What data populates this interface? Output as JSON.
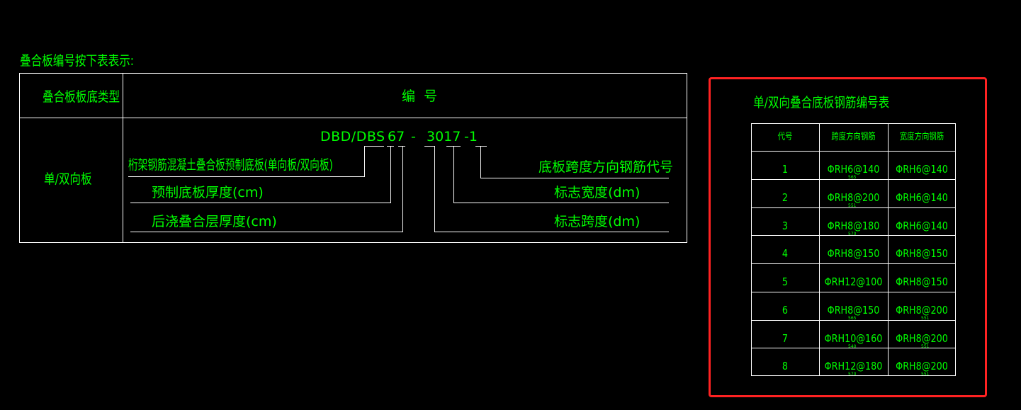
{
  "colors": {
    "background": "#000000",
    "text": "#00ff00",
    "lines": "#ffffff",
    "highlight": "#ff2222"
  },
  "intro": "叠合板编号按下表表示:",
  "main_table": {
    "col1_header": "叠合板板底类型",
    "col2_header": "编  号",
    "row_label": "单/双向板",
    "code": {
      "prefix": "DBD/DBS",
      "thickness": "67",
      "dash1": "-",
      "size": "3017",
      "rebar": "-1"
    },
    "left_labels": [
      "桁架钢筋混凝土叠合板预制底板(单向板/双向板)",
      "预制底板厚度(cm)",
      "后浇叠合层厚度(cm)"
    ],
    "right_labels": [
      "底板跨度方向钢筋代号",
      "标志宽度(dm)",
      "标志跨度(dm)"
    ]
  },
  "rebar_table": {
    "title": "单/双向叠合底板钢筋编号表",
    "headers": [
      "代号",
      "跨度方向钢筋",
      "宽度方向钢筋"
    ],
    "rows": [
      {
        "code": "1",
        "span": "ΦRH6@140",
        "span_sub": "565",
        "width": "ΦRH6@140",
        "width_sub": ""
      },
      {
        "code": "2",
        "span": "ΦRH8@200",
        "span_sub": "551",
        "width": "ΦRH6@140",
        "width_sub": ""
      },
      {
        "code": "3",
        "span": "ΦRH8@180",
        "span_sub": "570",
        "width": "ΦRH6@140",
        "width_sub": ""
      },
      {
        "code": "4",
        "span": "ΦRH8@150",
        "span_sub": "",
        "width": "ΦRH8@150",
        "width_sub": ""
      },
      {
        "code": "5",
        "span": "ΦRH12@100",
        "span_sub": "",
        "width": "ΦRH8@150",
        "width_sub": ""
      },
      {
        "code": "6",
        "span": "ΦRH8@150",
        "span_sub": "565",
        "width": "ΦRH8@200",
        "width_sub": "551"
      },
      {
        "code": "7",
        "span": "ΦRH10@160",
        "span_sub": "540",
        "width": "ΦRH8@200",
        "width_sub": "551"
      },
      {
        "code": "8",
        "span": "ΦRH12@180",
        "span_sub": "570",
        "width": "ΦRH8@200",
        "width_sub": "551"
      }
    ]
  }
}
